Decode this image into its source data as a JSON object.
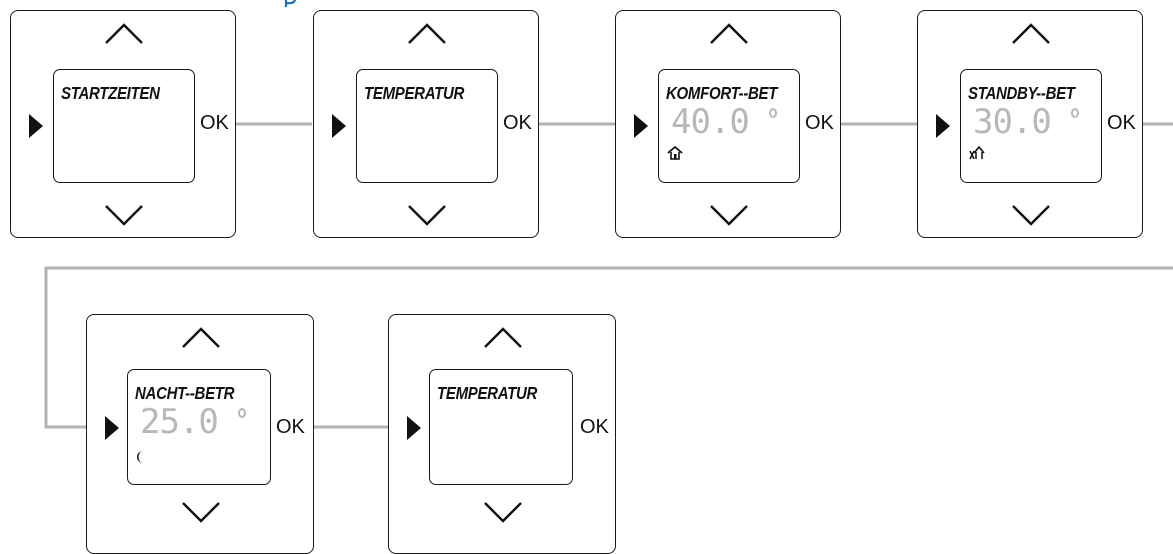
{
  "colors": {
    "outline": "#1a1a1a",
    "connector": "#b3b3b3",
    "lcd_value": "#b8b8b8",
    "header_accent": "#1f6fb5"
  },
  "screens": [
    {
      "title": "STARTZEITEN",
      "ok_label": "OK"
    },
    {
      "title": "TEMPERATUR",
      "ok_label": "OK"
    },
    {
      "title": "KOMFORT--BET",
      "value": "40.0",
      "ok_label": "OK",
      "icon": "home-icon"
    },
    {
      "title": "STANDBY--BET",
      "value": "30.0",
      "ok_label": "OK",
      "icon": "away-home-icon"
    },
    {
      "title": "NACHT--BETR",
      "value": "25.0",
      "ok_label": "OK",
      "icon": "moon-icon"
    },
    {
      "title": "TEMPERATUR",
      "ok_label": "OK"
    }
  ]
}
